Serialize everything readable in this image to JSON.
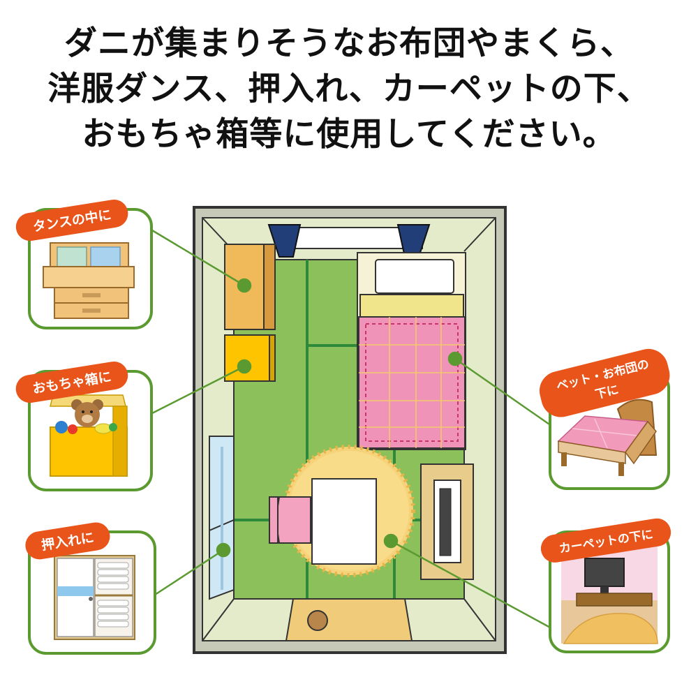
{
  "title": {
    "line1": "ダニが集まりそうなお布団やまくら、",
    "line2": "洋服ダンス、押入れ、カーペットの下、",
    "line3": "おもちゃ箱等に使用してください。"
  },
  "callouts": {
    "tansu": "タンスの中に",
    "toybox": "おもちゃ箱に",
    "oshiire": "押入れに",
    "bed_line1": "ベット・お布団の",
    "bed_line2": "下に",
    "carpet": "カーペットの下に"
  },
  "colors": {
    "frame_green": "#5a9a30",
    "tag_orange": "#e8541a",
    "tatami": "#8cc05a",
    "floor": "#e4ebcb",
    "wall": "#c7c9b8"
  }
}
